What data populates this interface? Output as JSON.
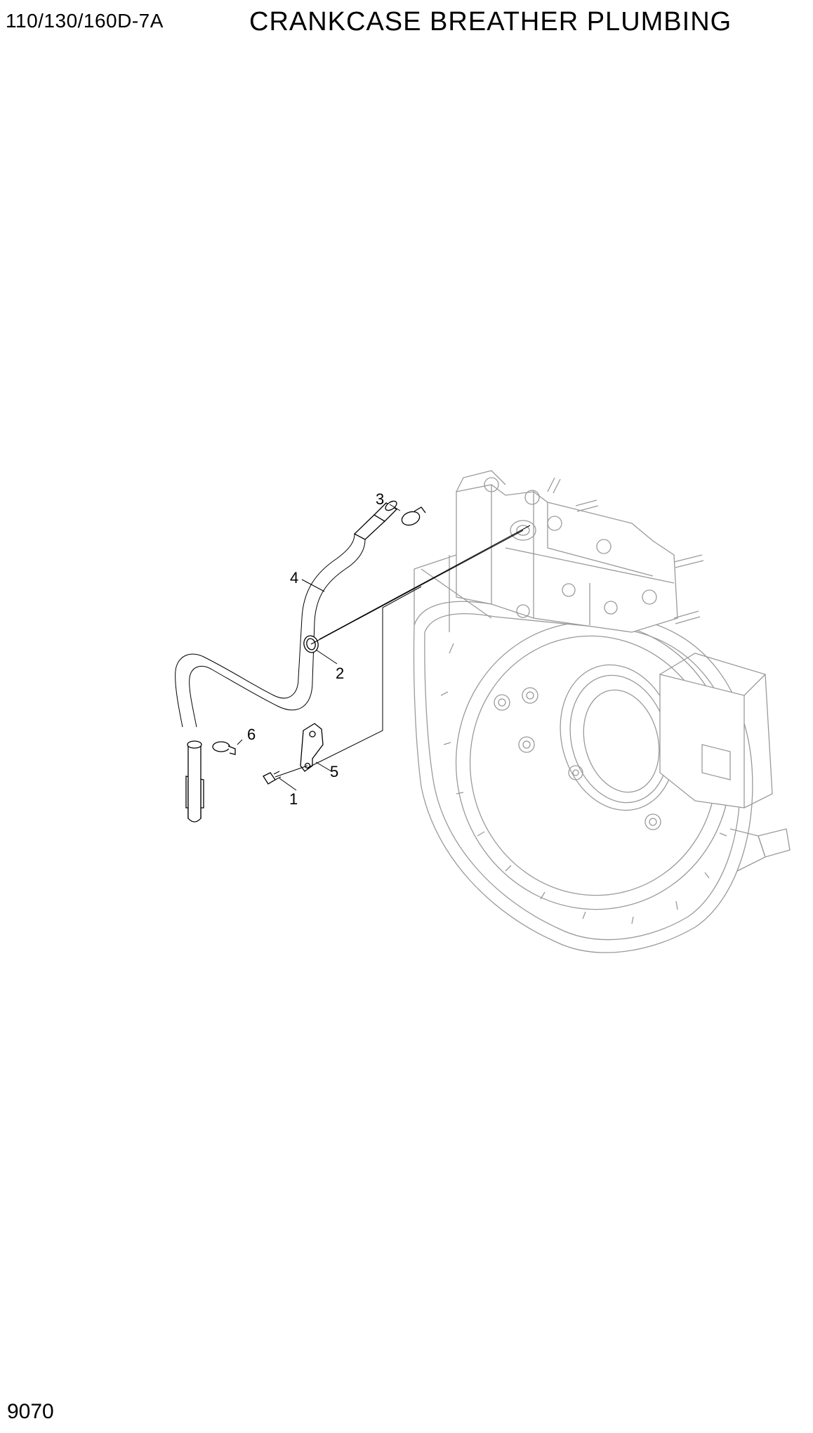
{
  "header": {
    "model": "110/130/160D-7A",
    "title": "CRANKCASE BREATHER PLUMBING"
  },
  "callouts": [
    "1",
    "2",
    "3",
    "4",
    "5",
    "6"
  ],
  "footer": {
    "page_number": "9070"
  },
  "colors": {
    "line": "#000000",
    "engine_line": "#9a9a9a",
    "background": "#ffffff"
  }
}
